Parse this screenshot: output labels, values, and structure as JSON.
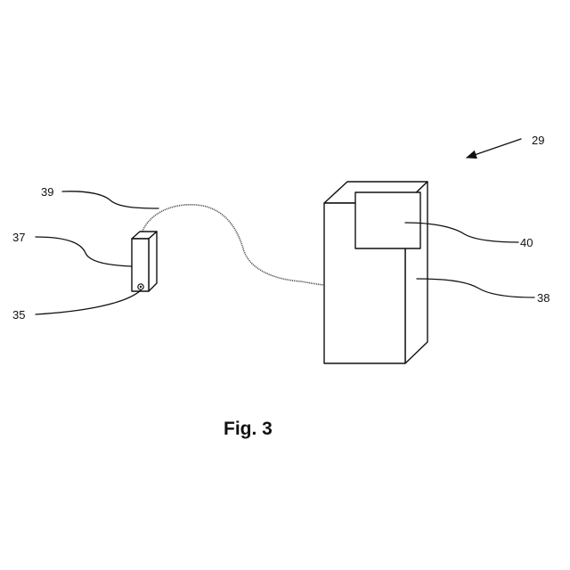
{
  "figure": {
    "caption": "Fig. 3",
    "labels": {
      "system": "29",
      "cable": "39",
      "sensor_housing": "37",
      "sensor_lens": "35",
      "display": "40",
      "base_unit": "38"
    },
    "colors": {
      "line": "#111111",
      "cable": "#555555",
      "background": "#ffffff"
    }
  }
}
